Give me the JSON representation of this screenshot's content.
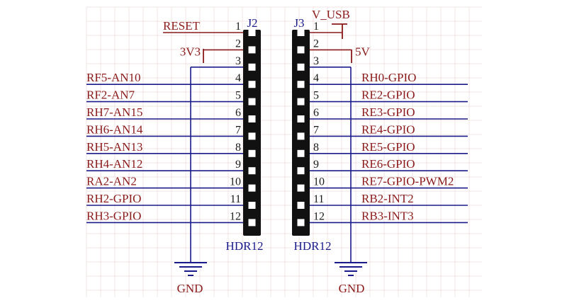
{
  "colors": {
    "wire": "#1a1a8b",
    "power": "#8b1a1a",
    "net_text": "#8b1a1a",
    "designator": "#1a1a8b",
    "pin_number": "#1a1a1a",
    "header_body": "#111111",
    "pin_pad": "#ffffff",
    "grid": "#ecdcdc"
  },
  "j2": {
    "designator": "J2",
    "type": "HDR12",
    "pins": [
      {
        "num": "1",
        "net": "RESET"
      },
      {
        "num": "2",
        "net": "3V3"
      },
      {
        "num": "3",
        "net": ""
      },
      {
        "num": "4",
        "net": "RF5-AN10"
      },
      {
        "num": "5",
        "net": "RF2-AN7"
      },
      {
        "num": "6",
        "net": "RH7-AN15"
      },
      {
        "num": "7",
        "net": "RH6-AN14"
      },
      {
        "num": "8",
        "net": "RH5-AN13"
      },
      {
        "num": "9",
        "net": "RH4-AN12"
      },
      {
        "num": "10",
        "net": "RA2-AN2"
      },
      {
        "num": "11",
        "net": "RH2-GPIO"
      },
      {
        "num": "12",
        "net": "RH3-GPIO"
      }
    ],
    "ground_label": "GND"
  },
  "j3": {
    "designator": "J3",
    "type": "HDR12",
    "pins": [
      {
        "num": "1",
        "net": "V_USB"
      },
      {
        "num": "2",
        "net": "5V"
      },
      {
        "num": "3",
        "net": ""
      },
      {
        "num": "4",
        "net": "RH0-GPIO"
      },
      {
        "num": "5",
        "net": "RE2-GPIO"
      },
      {
        "num": "6",
        "net": "RE3-GPIO"
      },
      {
        "num": "7",
        "net": "RE4-GPIO"
      },
      {
        "num": "8",
        "net": "RE5-GPIO"
      },
      {
        "num": "9",
        "net": "RE6-GPIO"
      },
      {
        "num": "10",
        "net": "RE7-GPIO-PWM2"
      },
      {
        "num": "11",
        "net": "RB2-INT2"
      },
      {
        "num": "12",
        "net": "RB3-INT3"
      }
    ],
    "ground_label": "GND"
  }
}
